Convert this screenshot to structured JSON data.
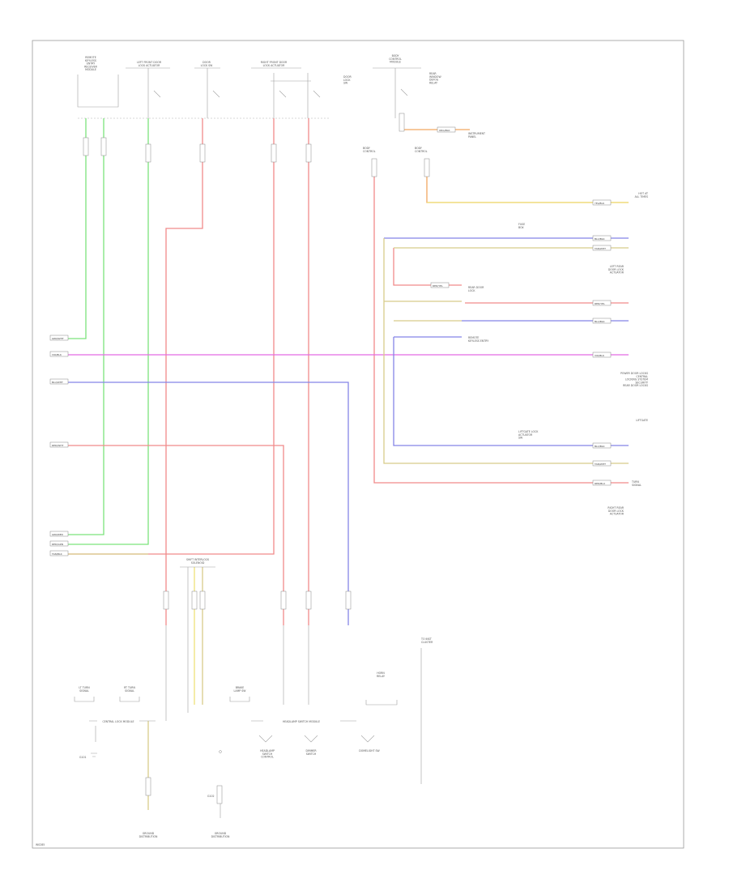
{
  "diagram": {
    "footer_code": "W0285",
    "colors": {
      "green": "#7CE37C",
      "red": "#F08A8A",
      "magenta": "#E46BE4",
      "blue": "#8585E6",
      "orange": "#F2A860",
      "yellow": "#EDE27A",
      "tan": "#D8CC8A",
      "frame": "#9A9A9A"
    },
    "top_labels": {
      "t1": "REMOTE\nKEYLESS\nENTRY\nRECEIVER\nMODULE",
      "t2": "LEFT FRONT DOOR\nLOCK ACTUATOR",
      "t3": "DOOR\nLOCK SW",
      "t4": "RIGHT FRONT DOOR\nLOCK ACTUATOR",
      "t5": "DOOR\nLOCK\nSW",
      "t6": "BODY\nCONTROL\nMODULE",
      "t7": "REAR\nWINDOW\nDEFOG\nRELAY"
    },
    "mid_labels": {
      "r1": "BODY\nCONTROL",
      "r2": "BODY\nCONTROL",
      "r3": "REAR DOOR\nLOCK",
      "r4": "LEFT REAR\nDOOR LOCK\nACTUATOR",
      "r5": "RIGHT REAR\nDOOR LOCK\nACTUATOR",
      "r6": "REMOTE\nKEYLESS ENTRY",
      "r7": "POWER DOOR LOCKS\nCENTRAL\nLOCKING SYSTEM\nSECURITY\nREAR DOOR LOCKS",
      "r8": "LIFTGATE",
      "r9": "LIFTGATE LOCK\nACTUATOR\nSW",
      "r10": "FUSE\nBOX",
      "r11": "HOT AT\nALL TIMES"
    },
    "bottom_labels": {
      "b1": "SHIFT INTERLOCK\nSOLENOID",
      "b2": "LT TURN\nSIGNAL",
      "b3": "RT TURN\nSIGNAL",
      "b4": "BRAKE\nLAMP SW",
      "b5": "CENTRAL LOCK MODULE",
      "b6": "HORN\nRELAY",
      "b7": "HEADLAMP SWITCH MODULE",
      "b8": "HEADLAMP\nSWITCH\nCONTROL",
      "b9": "DIMMER\nSWITCH",
      "b10": "DOMELIGHT SW",
      "b11": "G101",
      "b12": "G102",
      "b13": "GROUND\nDISTRIBUTION",
      "b14": "GROUND\nDISTRIBUTION",
      "b15": "INSTRUMENT\nPANEL",
      "b16": "TURN\nSIGNAL",
      "b17": "TO INST\nCLUSTER"
    },
    "wire_tags": {
      "w1": "GRN/WHT",
      "w2": "VIO/BLK",
      "w3": "BLU/WHT",
      "w4": "RED/WHT",
      "w5": "GRN/RED",
      "w6": "RED/GRN",
      "w7": "TAN/BLK",
      "w8": "ORG/BLK",
      "w9": "YEL/BLK",
      "w10": "BLU/BLK",
      "w11": "RED/YEL",
      "w12": "TAN/WHT",
      "w13": "RED/BLU"
    }
  }
}
